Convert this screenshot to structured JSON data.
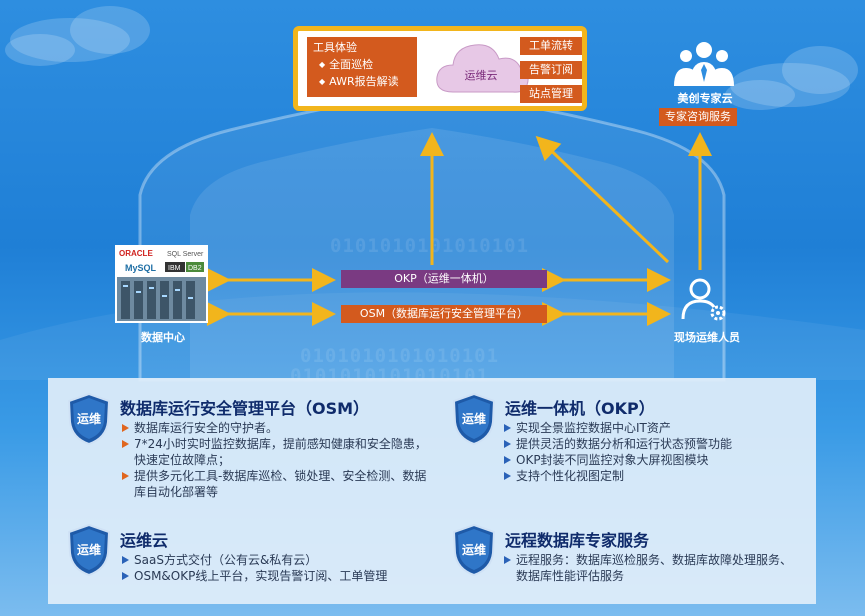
{
  "cloud": {
    "tool_title": "工具体验",
    "tool_items": [
      "全面巡检",
      "AWR报告解读"
    ],
    "center_label": "运维云",
    "right_buttons": [
      "工单流转",
      "告警订阅",
      "站点管理"
    ]
  },
  "expert": {
    "title": "美创专家云",
    "button": "专家咨询服务"
  },
  "datacenter": {
    "label": "数据中心",
    "logos": [
      "ORACLE",
      "SQL Server",
      "MySQL",
      "IBM",
      "DB2"
    ]
  },
  "platform": {
    "okp": "OKP（运维一体机）",
    "osm": "OSM（数据库运行安全管理平台）"
  },
  "staff": {
    "label": "现场运维人员"
  },
  "shield_badge": "运维",
  "background_binary": "0101010101010101",
  "sections": {
    "osm": {
      "title": "数据库运行安全管理平台（OSM）",
      "bullets": [
        "数据库运行安全的守护者。",
        "7*24小时实时监控数据库，提前感知健康和安全隐患，快速定位故障点；",
        "提供多元化工具-数据库巡检、锁处理、安全检测、数据库自动化部署等"
      ]
    },
    "okp": {
      "title": "运维一体机（OKP）",
      "bullets": [
        "实现全景监控数据中心IT资产",
        "提供灵活的数据分析和运行状态预警功能",
        "OKP封装不同监控对象大屏视图模块",
        "支持个性化视图定制"
      ]
    },
    "cloud": {
      "title": "运维云",
      "bullets": [
        "SaaS方式交付（公有云&私有云）",
        "OSM&OKP线上平台，实现告警订阅、工单管理"
      ]
    },
    "remote": {
      "title": "远程数据库专家服务",
      "bullets": [
        "远程服务：数据库巡检服务、数据库故障处理服务、数据库性能评估服务"
      ]
    }
  },
  "colors": {
    "orange": "#d35a1e",
    "purple": "#7a3a82",
    "gold": "#f2b51c",
    "navy": "#0f2b6b"
  }
}
